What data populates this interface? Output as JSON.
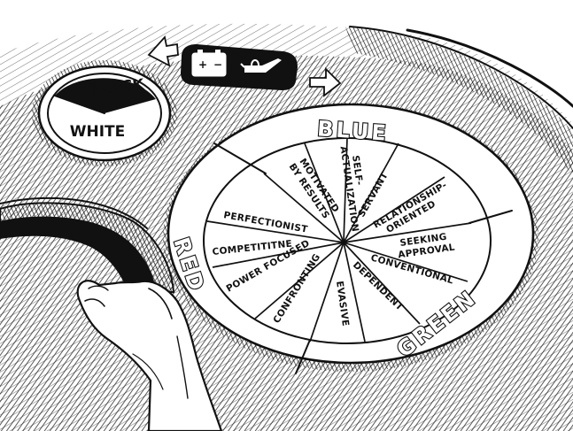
{
  "gauge": {
    "top_label": "BLACK",
    "bottom_label": "WHITE"
  },
  "dial": {
    "quadrants": {
      "blue": "BLUE",
      "red": "RED",
      "green": "GREEN"
    },
    "segments": {
      "self_actualization": [
        "SELF-",
        "ACTUALIZATION"
      ],
      "motivated_by_results": [
        "MOTIVATED",
        "BY RESULTS"
      ],
      "servant": "SERVANT",
      "relationship_oriented": [
        "RELATIONSHIP-",
        "ORIENTED"
      ],
      "seeking_approval": [
        "SEEKING",
        "APPROVAL"
      ],
      "conventional": "CONVENTIONAL",
      "dependent": "DEPENDENT",
      "evasive": "EVASIVE",
      "confronting": "CONFRONTING",
      "power_focused": "POWER FOCUSED",
      "competitive": "COMPETITITNE",
      "perfectionist": "PERFECTIONIST"
    }
  },
  "icons": [
    "left-arrow-icon",
    "battery-icon",
    "oil-can-icon",
    "right-arrow-icon"
  ]
}
